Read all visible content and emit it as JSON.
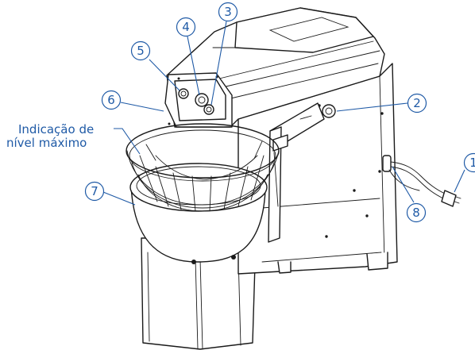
{
  "callouts": [
    {
      "id": "1",
      "label": "1"
    },
    {
      "id": "2",
      "label": "2"
    },
    {
      "id": "3",
      "label": "3"
    },
    {
      "id": "4",
      "label": "4"
    },
    {
      "id": "5",
      "label": "5"
    },
    {
      "id": "6",
      "label": "6"
    },
    {
      "id": "7",
      "label": "7"
    },
    {
      "id": "8",
      "label": "8"
    }
  ],
  "annotation": {
    "line1": "Indicação de",
    "line2": "nível máximo"
  },
  "colors": {
    "callout": "#1f5aa6",
    "drawing": "#1a1a1a"
  }
}
